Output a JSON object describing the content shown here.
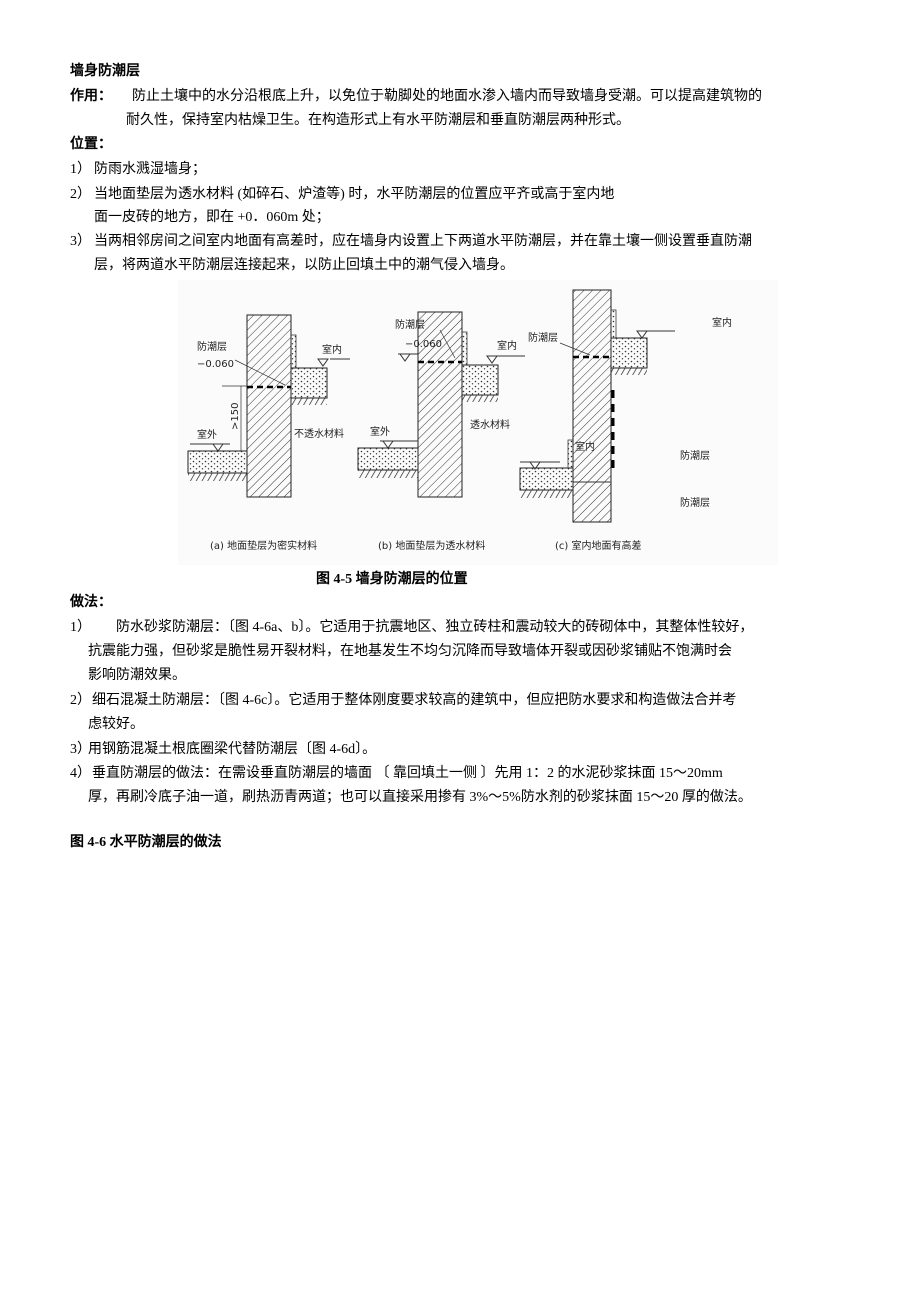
{
  "section_title": "墙身防潮层",
  "function": {
    "label": "作用：",
    "lines": [
      "防止土壤中的水分沿根底上升，以免位于勒脚处的地面水渗入墙内而导致墙身受潮。可以提高建筑物的",
      "耐久性，保持室内枯燥卫生。在构造形式上有水平防潮层和垂直防潮层两种形式。"
    ]
  },
  "position": {
    "label": "位置：",
    "items": [
      {
        "num": "1）",
        "lines": [
          "防雨水溅湿墙身；"
        ]
      },
      {
        "num": "2）",
        "lines": [
          "当地面垫层为透水材料 (如碎石、炉渣等) 时，水平防潮层的位置应平齐或高于室内地",
          "面一皮砖的地方，即在 +0．060m 处；"
        ]
      },
      {
        "num": "3）",
        "lines": [
          "当两相邻房间之间室内地面有高差时，应在墙身内设置上下两道水平防潮层，并在靠土壤一侧设置垂直防潮",
          "层，将两道水平防潮层连接起来，以防止回填土中的潮气侵入墙身。"
        ]
      }
    ]
  },
  "figure_4_5": {
    "caption": "图 4-5  墙身防潮层的位置",
    "panel_a": {
      "dpc": "防潮层",
      "level": "−0.060",
      "indoor": "室内",
      "outdoor": "室外",
      "material": "不透水材料",
      "dim": ">150",
      "caption": "(a) 地面垫层为密实材料"
    },
    "panel_b": {
      "dpc": "防潮层",
      "level": "−0.060",
      "indoor": "室内",
      "outdoor": "室外",
      "material": "透水材料",
      "caption": "(b) 地面垫层为透水材料"
    },
    "panel_c": {
      "dpc_top": "防潮层",
      "indoor_high": "室内",
      "indoor_low": "室内",
      "dpc_vertical": "防潮层",
      "dpc_bottom": "防潮层",
      "caption": "(c) 室内地面有高差"
    }
  },
  "method": {
    "label": "做法：",
    "items": [
      {
        "num": "1）",
        "lines": [
          "防水砂浆防潮层：〔图 4-6a、b〕。它适用于抗震地区、独立砖柱和震动较大的砖砌体中，其整体性较好，",
          "抗震能力强，但砂浆是脆性易开裂材料，在地基发生不均匀沉降而导致墙体开裂或因砂浆铺贴不饱满时会",
          "影响防潮效果。"
        ]
      },
      {
        "num": "2）",
        "lines": [
          "细石混凝土防潮层：〔图 4-6c〕。它适用于整体刚度要求较高的建筑中，但应把防水要求和构造做法合并考",
          "虑较好。"
        ]
      },
      {
        "num": "3）",
        "lines": [
          "用钢筋混凝土根底圈梁代替防潮层〔图 4-6d〕。"
        ]
      },
      {
        "num": "4）",
        "lines": [
          "垂直防潮层的做法：在需设垂直防潮层的墙面   〔  靠回填土一侧  〕先用 1：2 的水泥砂浆抹面 15～20mm",
          "厚，再刷冷底子油一道，刷热沥青两道；也可以直接采用掺有 3%～5%防水剂的砂浆抹面 15～20 厚的做法。"
        ]
      }
    ]
  },
  "figure_4_6_caption": "图 4-6  水平防潮层的做法"
}
